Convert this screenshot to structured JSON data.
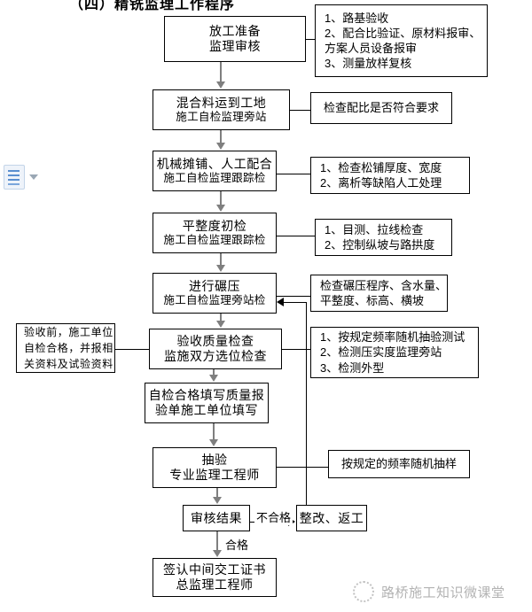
{
  "title": "（四）精铣监理工作程序",
  "watermark": {
    "text": "路桥施工知识微课堂",
    "logo_icon": "circle-dotted-logo"
  },
  "doc_widget": {
    "icon": "document-icon",
    "chevron_icon": "chevron-down-icon"
  },
  "nodes": {
    "n1": {
      "line1": "放工准备",
      "line2": "监理审核"
    },
    "n2": {
      "line1": "混合料运到工地",
      "line2": "施工自检监理旁站"
    },
    "n3": {
      "line1": "机械摊铺、人工配合",
      "line2": "施工自检监理跟踪检"
    },
    "n4": {
      "line1": "平整度初检",
      "line2": "施工自检监理跟踪检"
    },
    "n5": {
      "line1": "进行碾压",
      "line2": "施工自检监理旁站检"
    },
    "n6": {
      "line1": "验收质量检查",
      "line2": "监施双方选位检查"
    },
    "n7": {
      "line1": "自检合格填写质量报",
      "line2": "验单施工单位填写"
    },
    "n8": {
      "line1": "抽验",
      "line2": "专业监理工程师"
    },
    "n9": {
      "line1": "审核结果",
      "line2": ""
    },
    "n10": {
      "line1": "整改、返工",
      "line2": ""
    },
    "n11": {
      "line1": "签认中间交工证书",
      "line2": "总监理工程师"
    }
  },
  "notes": {
    "a1": {
      "lines": [
        "1、路基验收",
        "2、配合比验证、原材料报审、",
        "方案人员设备报审",
        "3、测量放样复核"
      ]
    },
    "a2": {
      "lines": [
        "检查配比是否符合要求"
      ]
    },
    "a3": {
      "lines": [
        "1、检查松铺厚度、宽度",
        "2、离析等缺陷人工处理"
      ]
    },
    "a4": {
      "lines": [
        "1、目测、拉线检查",
        "2、控制纵坡与路拱度"
      ]
    },
    "a5": {
      "lines": [
        "检查碾压程序、含水量、",
        "平整度、标高、横坡"
      ]
    },
    "a6": {
      "lines": [
        "1、按规定频率随机抽验测试",
        "2、检测压实度监理旁站",
        "3、检测外型"
      ]
    },
    "a7": {
      "lines": [
        "按规定的频率随机抽样"
      ]
    },
    "a8": {
      "lines": [
        "验收前，施工单位",
        "自检合格，并报相",
        "关资料及试验资料"
      ]
    }
  },
  "edges": {
    "fail_label": "不合格",
    "pass_label": "合格"
  }
}
